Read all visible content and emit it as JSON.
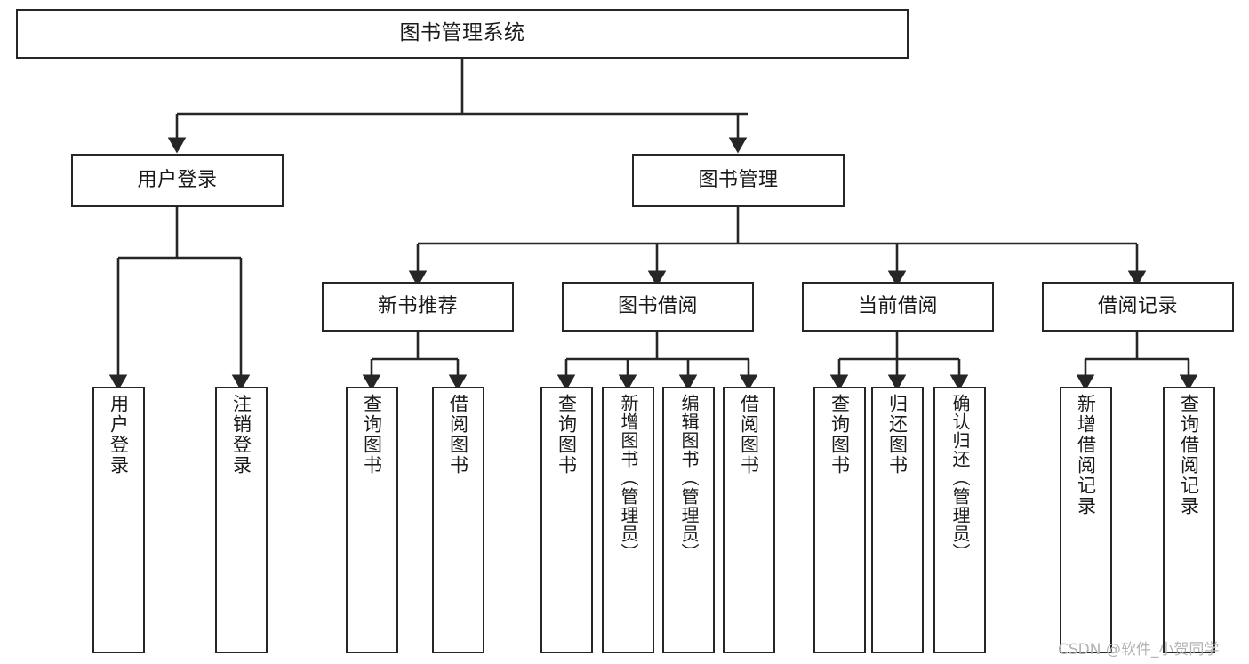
{
  "diagram": {
    "title": "图书管理系统",
    "type": "tree",
    "style": {
      "background": "#ffffff",
      "node_border": "#262626",
      "node_fill": "#ffffff",
      "text_color": "#1a1a1a",
      "connector_color": "#262626",
      "watermark_color": "#b4b4b4"
    },
    "root": {
      "label": "图书管理系统"
    },
    "level1": [
      {
        "id": "user-login",
        "label": "用户登录"
      },
      {
        "id": "book-management",
        "label": "图书管理"
      }
    ],
    "level2": [
      {
        "id": "new-book-recommend",
        "label": "新书推荐"
      },
      {
        "id": "book-borrow",
        "label": "图书借阅"
      },
      {
        "id": "current-borrow",
        "label": "当前借阅"
      },
      {
        "id": "borrow-record",
        "label": "借阅记录"
      }
    ],
    "leaves": {
      "user_login": [
        {
          "id": "leaf-user-login",
          "label": "用户登录"
        },
        {
          "id": "leaf-logout-login",
          "label": "注销登录"
        }
      ],
      "new_book_recommend": [
        {
          "id": "leaf-query-book-1",
          "label": "查询图书"
        },
        {
          "id": "leaf-borrow-book-1",
          "label": "借阅图书"
        }
      ],
      "book_borrow": [
        {
          "id": "leaf-query-book-2",
          "label": "查询图书"
        },
        {
          "id": "leaf-add-book",
          "label": "新增图书（管理员）"
        },
        {
          "id": "leaf-edit-book",
          "label": "编辑图书（管理员）"
        },
        {
          "id": "leaf-borrow-book-2",
          "label": "借阅图书"
        }
      ],
      "current_borrow": [
        {
          "id": "leaf-query-book-3",
          "label": "查询图书"
        },
        {
          "id": "leaf-return-book",
          "label": "归还图书"
        },
        {
          "id": "leaf-confirm-return",
          "label": "确认归还（管理员）"
        }
      ],
      "borrow_record": [
        {
          "id": "leaf-add-record",
          "label": "新增借阅记录"
        },
        {
          "id": "leaf-query-record",
          "label": "查询借阅记录"
        }
      ]
    }
  },
  "watermark": {
    "text": "CSDN @软件_小贺同学"
  }
}
